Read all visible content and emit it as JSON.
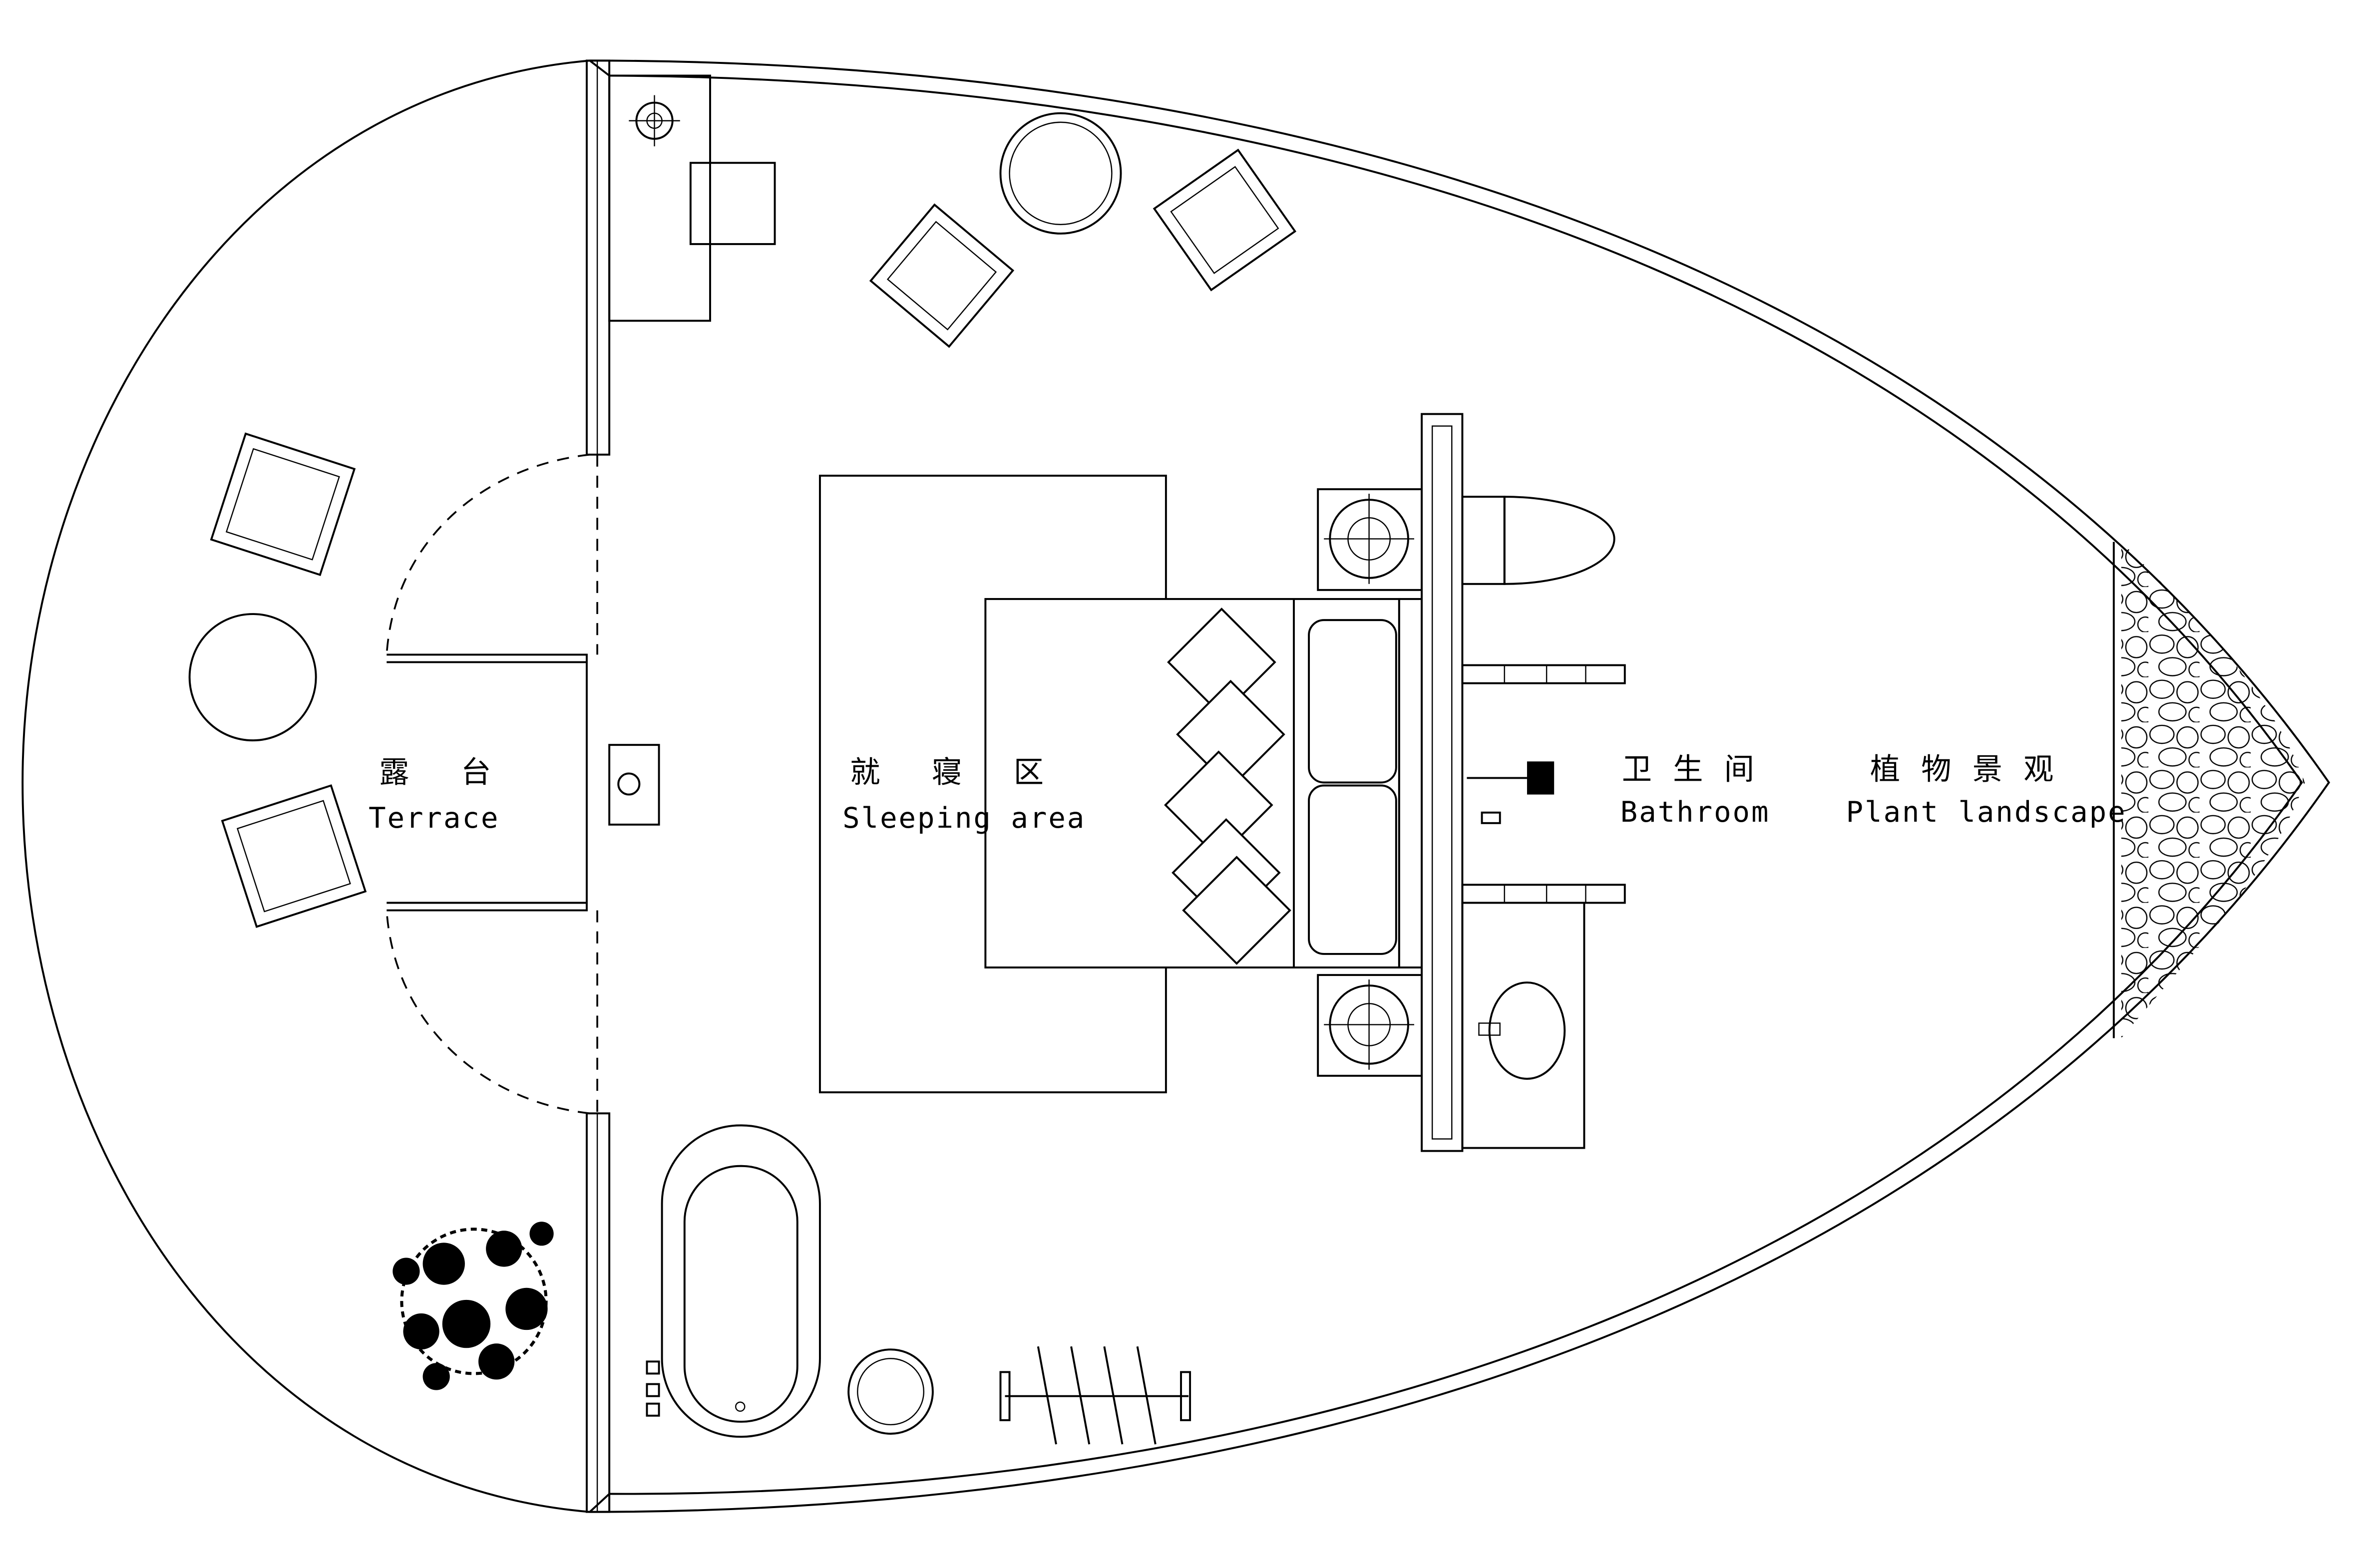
{
  "rooms": {
    "terrace": {
      "cn": "露 台",
      "en": "Terrace"
    },
    "sleeping": {
      "cn": "就 寝 区",
      "en": "Sleeping area"
    },
    "bathroom": {
      "cn": "卫生间",
      "en": "Bathroom"
    },
    "plant": {
      "cn": "植物景观",
      "en": "Plant landscape"
    }
  }
}
